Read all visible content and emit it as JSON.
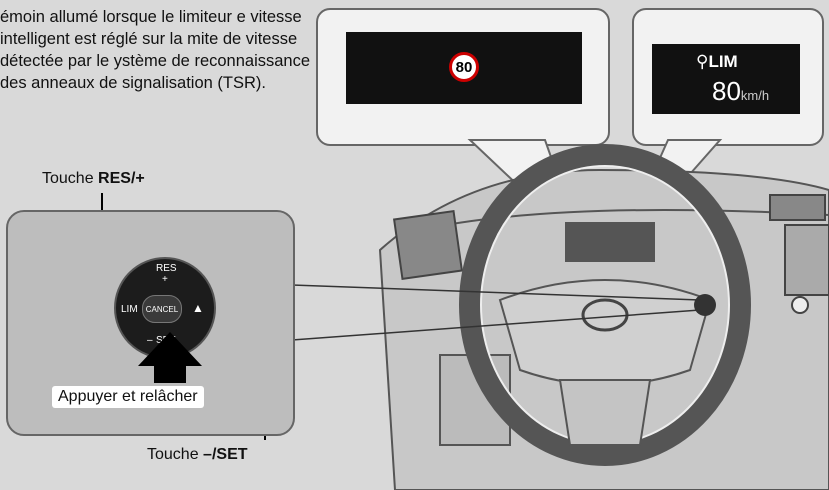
{
  "caption": "émoin allumé lorsque le limiteur e vitesse intelligent est réglé sur la mite de vitesse détectée par le ystème de reconnaissance des anneaux de signalisation (TSR).",
  "labels": {
    "res_prefix": "Touche ",
    "res_key": "RES/+",
    "set_prefix": "Touche ",
    "set_key": "–/SET",
    "press": "Appuyer et relâcher"
  },
  "display_left": {
    "sign_value": "80"
  },
  "display_right": {
    "lim_text": "LIM",
    "speed": "80",
    "unit": "km/h"
  },
  "steering_pad": {
    "res": "RES",
    "plus": "+",
    "lim": "LIM",
    "cancel": "CANCEL",
    "set": "SET",
    "minus": "–"
  },
  "colors": {
    "sign_ring": "#cc0000",
    "screen": "#111111",
    "callout_bg": "#f2f2f2"
  }
}
